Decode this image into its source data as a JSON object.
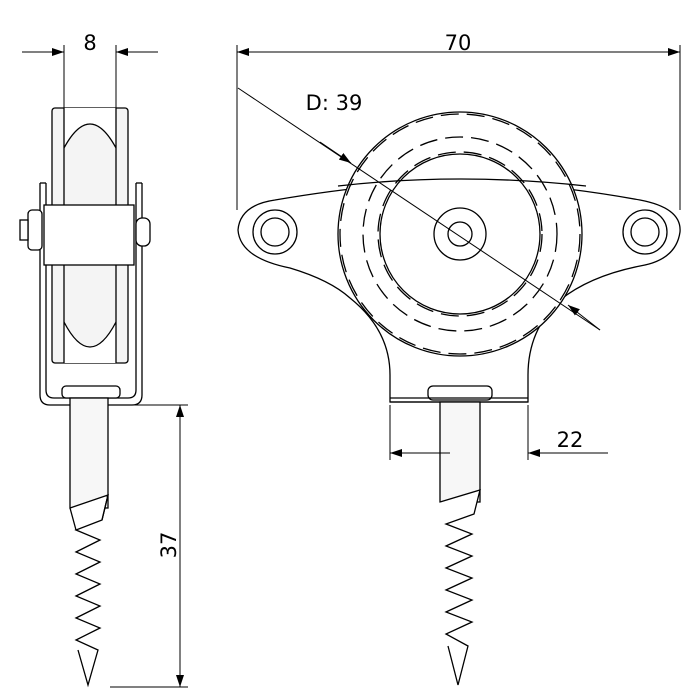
{
  "dimensions": {
    "side_width": "8",
    "total_width": "70",
    "diameter": "D: 39",
    "base_width": "22",
    "screw_length": "37"
  }
}
